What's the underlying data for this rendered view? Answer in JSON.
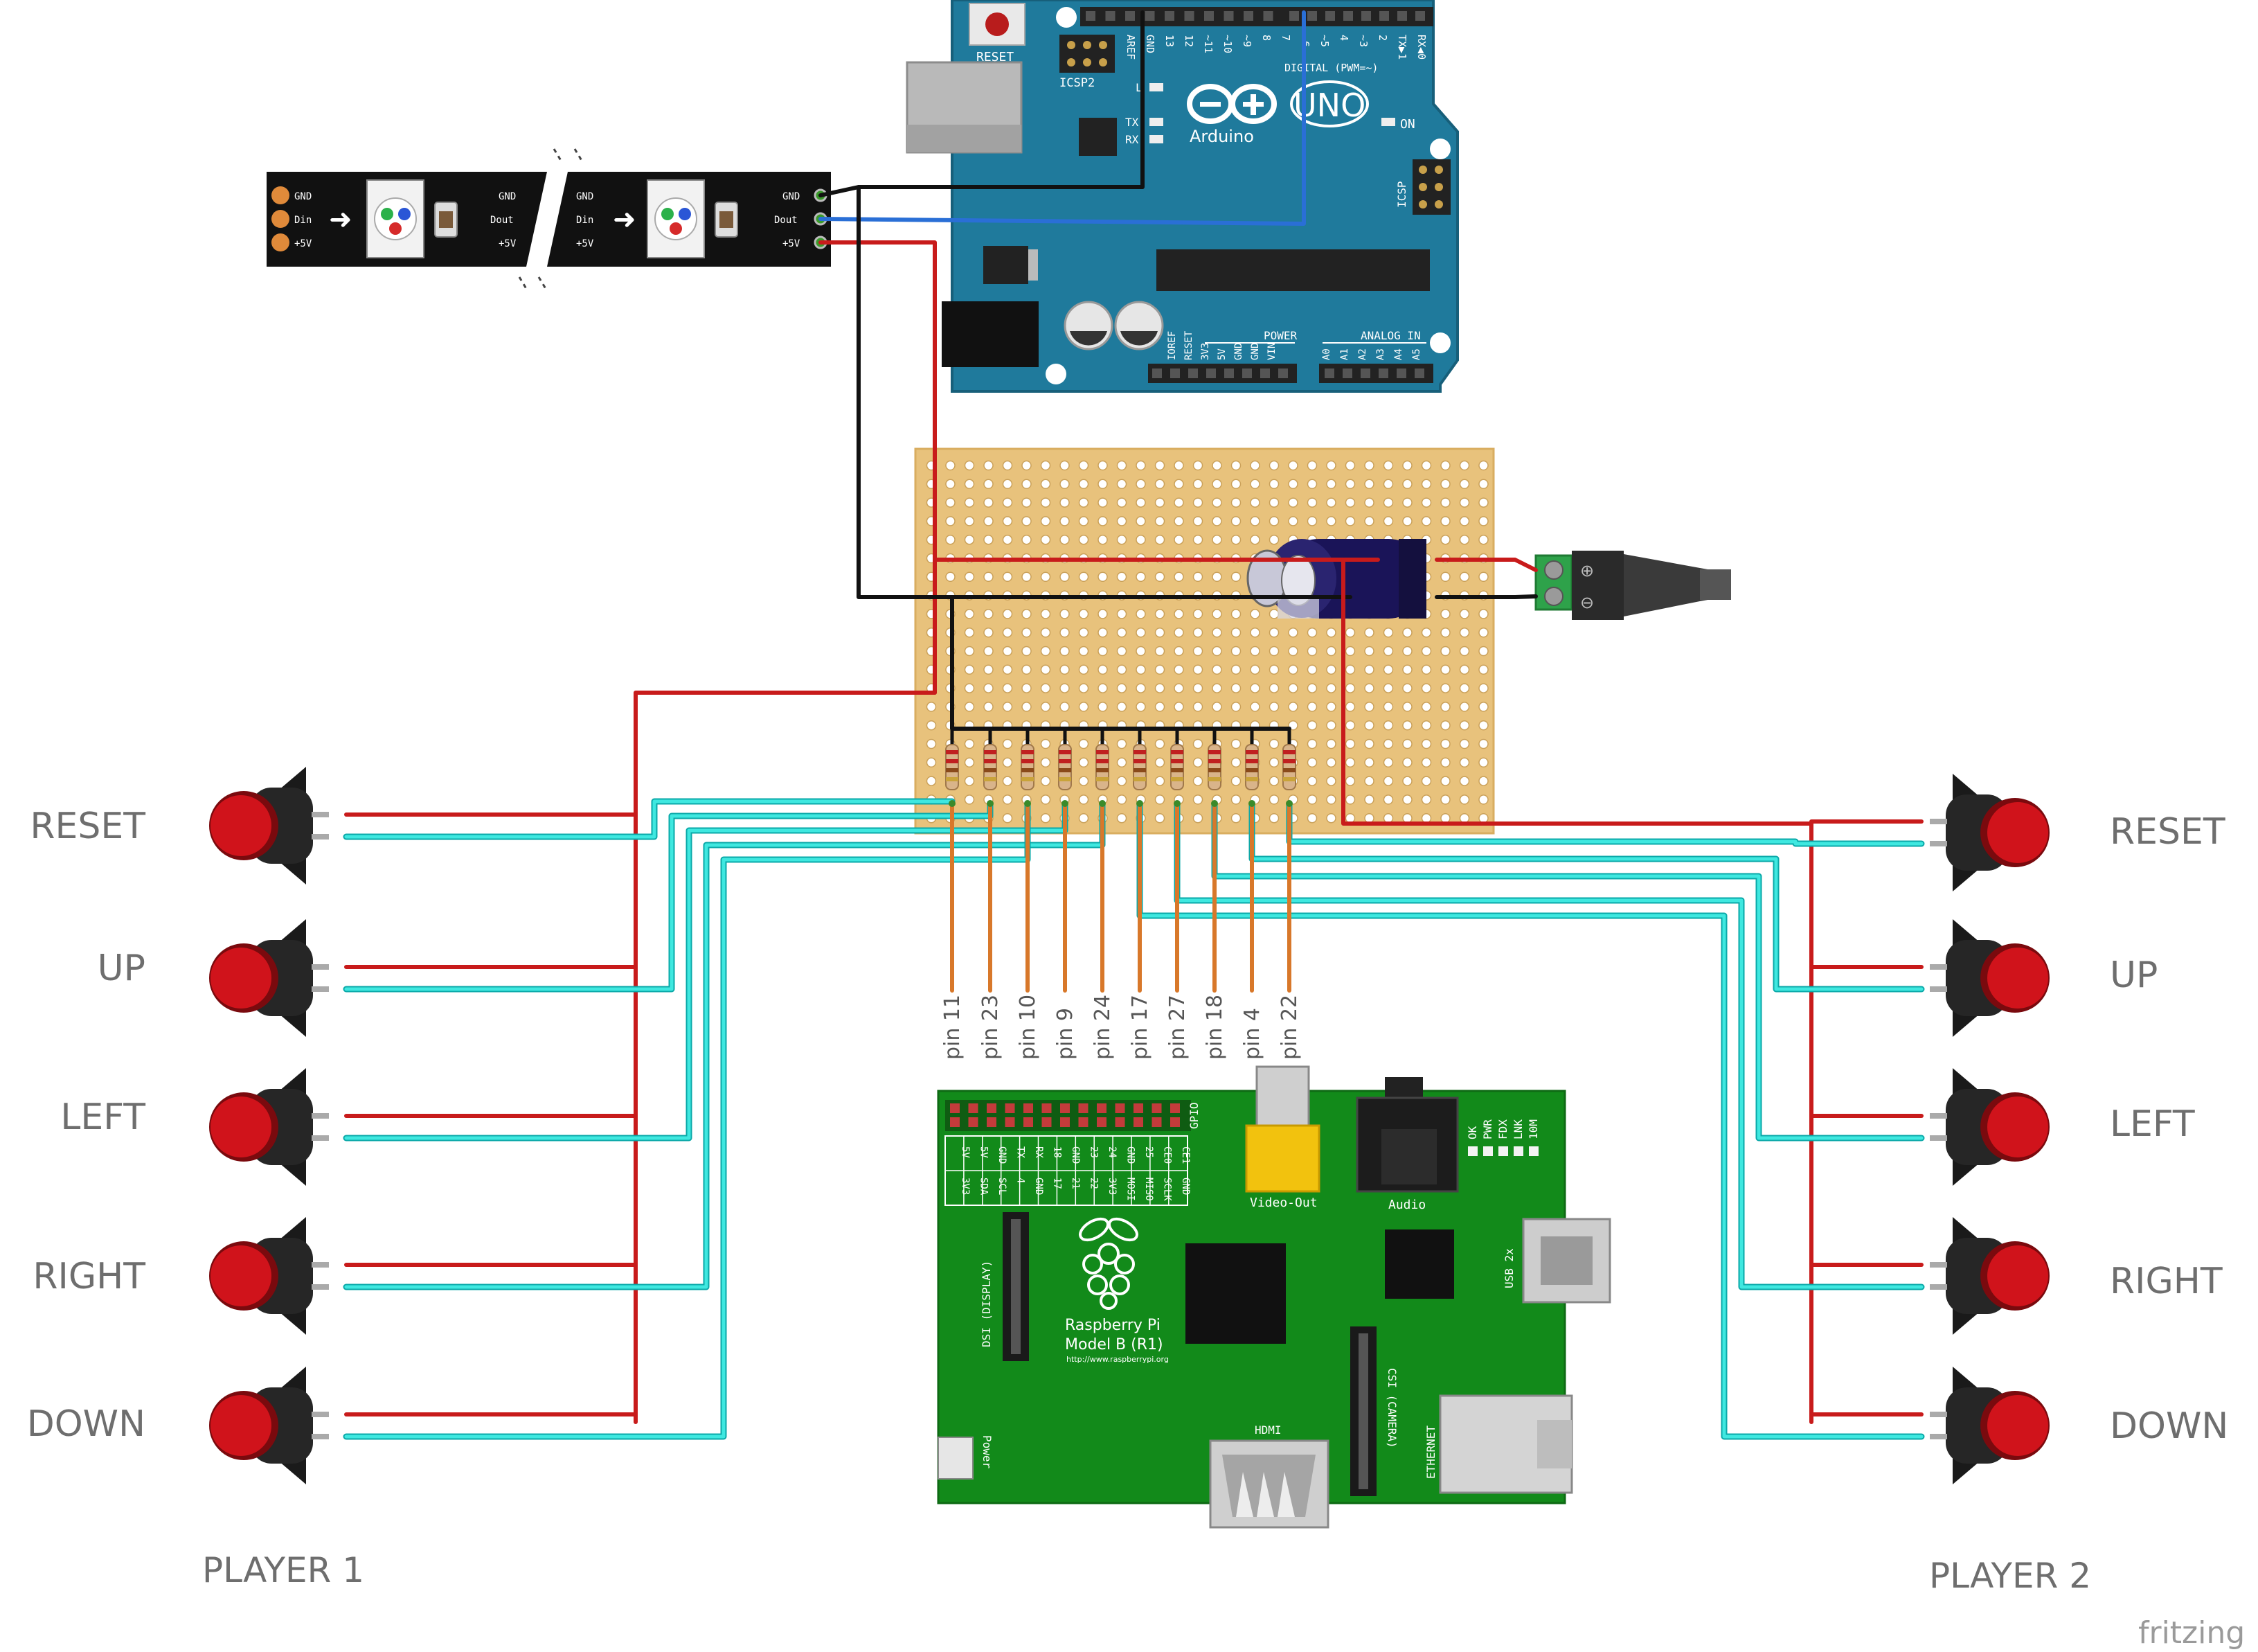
{
  "player1": {
    "title": "PLAYER 1",
    "buttons": [
      "RESET",
      "UP",
      "LEFT",
      "RIGHT",
      "DOWN"
    ]
  },
  "player2": {
    "title": "PLAYER 2",
    "buttons": [
      "RESET",
      "UP",
      "LEFT",
      "RIGHT",
      "DOWN"
    ]
  },
  "gpio_pins": [
    "pin 11",
    "pin 23",
    "pin 10",
    "pin 9",
    "pin 24",
    "pin 17",
    "pin 27",
    "pin 18",
    "pin 4",
    "pin 22"
  ],
  "arduino": {
    "reset": "RESET",
    "icsp2": "ICSP2",
    "icsp": "ICSP",
    "tx": "TX",
    "rx": "RX",
    "l": "L",
    "on": "ON",
    "digital": "DIGITAL (PWM=~)",
    "brand": "Arduino",
    "model": "UNO",
    "power": "POWER",
    "analog": "ANALOG IN",
    "top_pins": [
      "AREF",
      "GND",
      "13",
      "12",
      "~11",
      "~10",
      "~9",
      "8",
      "7",
      "~6",
      "~5",
      "4",
      "~3",
      "2",
      "TX▶1",
      "RX◀0"
    ],
    "power_pins": [
      "IOREF",
      "RESET",
      "3V3",
      "5V",
      "GND",
      "GND",
      "VIN"
    ],
    "analog_pins": [
      "A0",
      "A1",
      "A2",
      "A3",
      "A4",
      "A5"
    ]
  },
  "led_strip": {
    "left_labels": [
      "GND",
      "Din",
      "+5V"
    ],
    "mid_labels": [
      "GND",
      "Dout",
      "+5V"
    ],
    "right_labels": [
      "GND",
      "Dout",
      "+5V"
    ]
  },
  "raspberry_pi": {
    "name_line1": "Raspberry Pi",
    "name_line2": "Model B (R1)",
    "url": "http://www.raspberrypi.org",
    "gpio": "GPIO",
    "video_out": "Video-Out",
    "audio": "Audio",
    "leds": [
      "OK",
      "PWR",
      "FDX",
      "LNK",
      "10M"
    ],
    "usb": "USB 2x",
    "dsi": "DSI (DISPLAY)",
    "csi": "CSI (CAMERA)",
    "hdmi": "HDMI",
    "ethernet": "ETHERNET",
    "power": "Power",
    "header_top": [
      "5V",
      "5V",
      "GND",
      "TX",
      "RX",
      "18",
      "GND",
      "23",
      "24",
      "GND",
      "25",
      "CE0",
      "CE1"
    ],
    "header_bottom": [
      "3V3",
      "SDA",
      "SCL",
      "4",
      "GND",
      "17",
      "21",
      "22",
      "3V3",
      "MOSI",
      "MISO",
      "SCLK",
      "GND"
    ]
  },
  "watermark": "fritzing",
  "colors": {
    "arduino": "#1f7a9c",
    "raspberry_pi": "#128a1a",
    "stripboard": "#e8c27c",
    "red_wire": "#c81b1b",
    "cyan_wire": "#3fe8e0",
    "black_wire": "#111111",
    "blue_wire": "#2a6fd6",
    "orange_wire": "#d8782a",
    "button_cap": "#d0131b"
  }
}
